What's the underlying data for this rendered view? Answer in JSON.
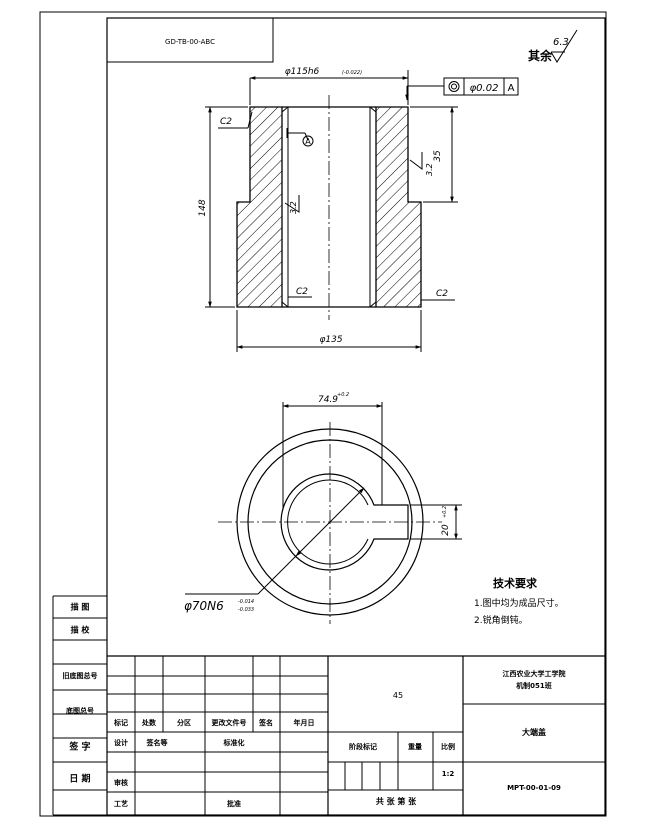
{
  "drawing_code_box": "GD-TB-00-ABC",
  "surface_finish": {
    "prefix": "其余",
    "value": "6.3"
  },
  "roughness_value": "3.2",
  "dims": {
    "top_bore": "φ115h6",
    "top_bore_tol": "(-0.022)",
    "outer_diameter": "φ135",
    "height": "148",
    "step_height": "35",
    "chamfer": "C2",
    "key_width_top": "74.9",
    "key_width_top_tol": "+0.2",
    "key_slot": "20",
    "key_slot_tol": "+0.2",
    "bore": "φ70N6",
    "bore_tol_upper": "-0.014",
    "bore_tol_lower": "-0.033"
  },
  "datum": "A",
  "geom_tol": {
    "symbol": "◎",
    "value": "φ0.02",
    "datum": "A"
  },
  "tech_req": {
    "title": "技术要求",
    "items": [
      "1.图中均为成品尺寸。",
      "2.锐角倒钝。"
    ]
  },
  "side_labels": [
    "描 图",
    "描 校",
    "旧底图总号",
    "底图总号",
    "签 字",
    "日 期"
  ],
  "title_block": {
    "row_headers": [
      "标记",
      "处数",
      "分区",
      "更改文件号",
      "签名",
      "年月日"
    ],
    "design_row": [
      "设计",
      "签名等",
      "标准化"
    ],
    "review": "审核",
    "process": "工艺",
    "approve": "批准",
    "material": "45",
    "stage_label": "阶段标记",
    "weight_label": "重量",
    "scale_label": "比例",
    "scale_value": "1:2",
    "sheet_label": "共 张 第 张",
    "org_line1": "江西农业大学工学院",
    "org_line2": "机制051班",
    "part_name": "大端盖",
    "drawing_no": "MPT-00-01-09"
  }
}
